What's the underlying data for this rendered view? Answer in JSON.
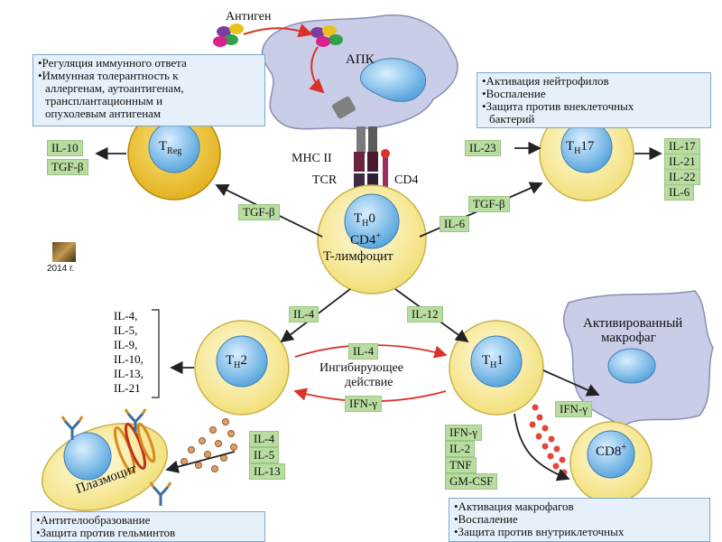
{
  "antigen_label": "Антиген",
  "apc_label": "АПК",
  "mhc_label": "MHC II",
  "tcr_label": "TCR",
  "cd4_label": "CD4",
  "naive_cell": {
    "line1": "T",
    "line1_sub": "H",
    "line1_tail": "0",
    "line2": "CD4",
    "line2_sup": "+",
    "line3": "T-лимфоцит"
  },
  "treg": {
    "name": "T",
    "name_sub": "Reg"
  },
  "th17": {
    "name": "T",
    "name_sub": "H",
    "name_tail": "17"
  },
  "th2": {
    "name": "T",
    "name_sub": "H",
    "name_tail": "2"
  },
  "th1": {
    "name": "T",
    "name_sub": "H",
    "name_tail": "1"
  },
  "cd8": {
    "name": "CD8",
    "name_sup": "+"
  },
  "macrophage_label": {
    "line1": "Активированный",
    "line2": "макрофаг"
  },
  "plasma_label": "Плазмоцит",
  "year_label": "2014 г.",
  "inhibit_label": {
    "line1": "Ингибирующее",
    "line2": "действие"
  },
  "treg_note": [
    "•Регуляция иммунного ответа",
    "•Иммунная толерантность к",
    "  аллергенам, аутоантигенам,",
    "  трансплантационным и",
    "  опухолевым антигенам"
  ],
  "th17_note": [
    "•Активация нейтрофилов",
    "•Воспаление",
    "•Защита против внеклеточных",
    "  бактерий"
  ],
  "th1_note": [
    "•Активация макрофагов",
    "•Воспаление",
    "•Защита против внутриклеточных"
  ],
  "th2_note": [
    "•Антителообразование",
    "•Защита против гельминтов"
  ],
  "tags": {
    "treg_il10": "IL-10",
    "treg_tgfb": "TGF-β",
    "tgfb_in": "TGF-β",
    "il23": "IL-23",
    "tgfb_right": "TGF-β",
    "il6": "IL-6",
    "th17_out": [
      "IL-17",
      "IL-21",
      "IL-22",
      "IL-6"
    ],
    "il4_left": "IL-4",
    "il12": "IL-12",
    "il4_mid": "IL-4",
    "ifng_mid": "IFN-γ",
    "ifng_macro": "IFN-γ",
    "th2_small": [
      "IL-4",
      "IL-5",
      "IL-13"
    ],
    "th1_out": [
      "IFN-γ",
      "IL-2",
      "TNF",
      "GM-CSF"
    ]
  },
  "th2_list": [
    "IL-4,",
    "IL-5,",
    "IL-9,",
    "IL-10,",
    "IL-13,",
    "IL-21"
  ],
  "colors": {
    "cell_yellow": "#f7e890",
    "treg_fill": "#f0c93a",
    "nucleus": "#7fbde8",
    "apc_fill": "#c9cde8",
    "tag_green": "#b9dca1",
    "note_blue": "#e6f0fa",
    "inhibit_red": "#d9322a"
  }
}
